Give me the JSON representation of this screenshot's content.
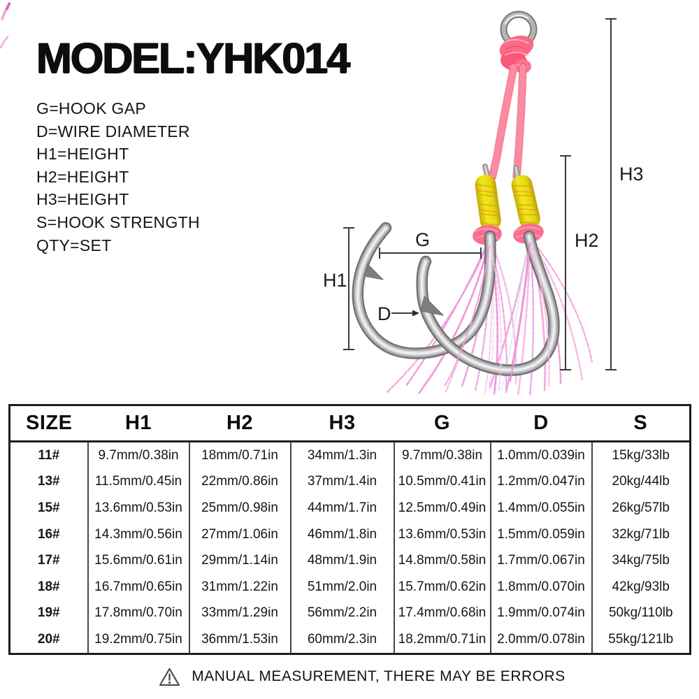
{
  "header": {
    "title": "MODEL:YHK014"
  },
  "legend": {
    "items": [
      "G=HOOK GAP",
      "D=WIRE DIAMETER",
      "H1=HEIGHT",
      "H2=HEIGHT",
      "H3=HEIGHT",
      "S=HOOK STRENGTH",
      "QTY=SET"
    ]
  },
  "diagram": {
    "description": "double assist fishing hooks on pink braided cord with solid ring, yellow thread wraps and pink flash tinsel",
    "dimension_labels": {
      "h1": "H1",
      "h2": "H2",
      "h3": "H3",
      "g": "G",
      "d": "D"
    },
    "colors": {
      "cord_pink": "#f96883",
      "wrap_yellow": "#e9d914",
      "band_pink": "#fb6d8e",
      "hook_metal": "#a9a9a9",
      "tinsel_pink": "#f2a0dc"
    }
  },
  "table": {
    "headers": [
      "SIZE",
      "H1",
      "H2",
      "H3",
      "G",
      "D",
      "S"
    ],
    "rows": [
      [
        "11#",
        "9.7mm/0.38in",
        "18mm/0.71in",
        "34mm/1.3in",
        "9.7mm/0.38in",
        "1.0mm/0.039in",
        "15kg/33lb"
      ],
      [
        "13#",
        "11.5mm/0.45in",
        "22mm/0.86in",
        "37mm/1.4in",
        "10.5mm/0.41in",
        "1.2mm/0.047in",
        "20kg/44lb"
      ],
      [
        "15#",
        "13.6mm/0.53in",
        "25mm/0.98in",
        "44mm/1.7in",
        "12.5mm/0.49in",
        "1.4mm/0.055in",
        "26kg/57lb"
      ],
      [
        "16#",
        "14.3mm/0.56in",
        "27mm/1.06in",
        "46mm/1.8in",
        "13.6mm/0.53in",
        "1.5mm/0.059in",
        "32kg/71lb"
      ],
      [
        "17#",
        "15.6mm/0.61in",
        "29mm/1.14in",
        "48mm/1.9in",
        "14.8mm/0.58in",
        "1.7mm/0.067in",
        "34kg/75lb"
      ],
      [
        "18#",
        "16.7mm/0.65in",
        "31mm/1.22in",
        "51mm/2.0in",
        "15.7mm/0.62in",
        "1.8mm/0.070in",
        "42kg/93lb"
      ],
      [
        "19#",
        "17.8mm/0.70in",
        "33mm/1.29in",
        "56mm/2.2in",
        "17.4mm/0.68in",
        "1.9mm/0.074in",
        "50kg/110lb"
      ],
      [
        "20#",
        "19.2mm/0.75in",
        "36mm/1.53in",
        "60mm/2.3in",
        "18.2mm/0.71in",
        "2.0mm/0.078in",
        "55kg/121lb"
      ]
    ]
  },
  "footer": {
    "text": "MANUAL MEASUREMENT, THERE MAY BE ERRORS"
  }
}
